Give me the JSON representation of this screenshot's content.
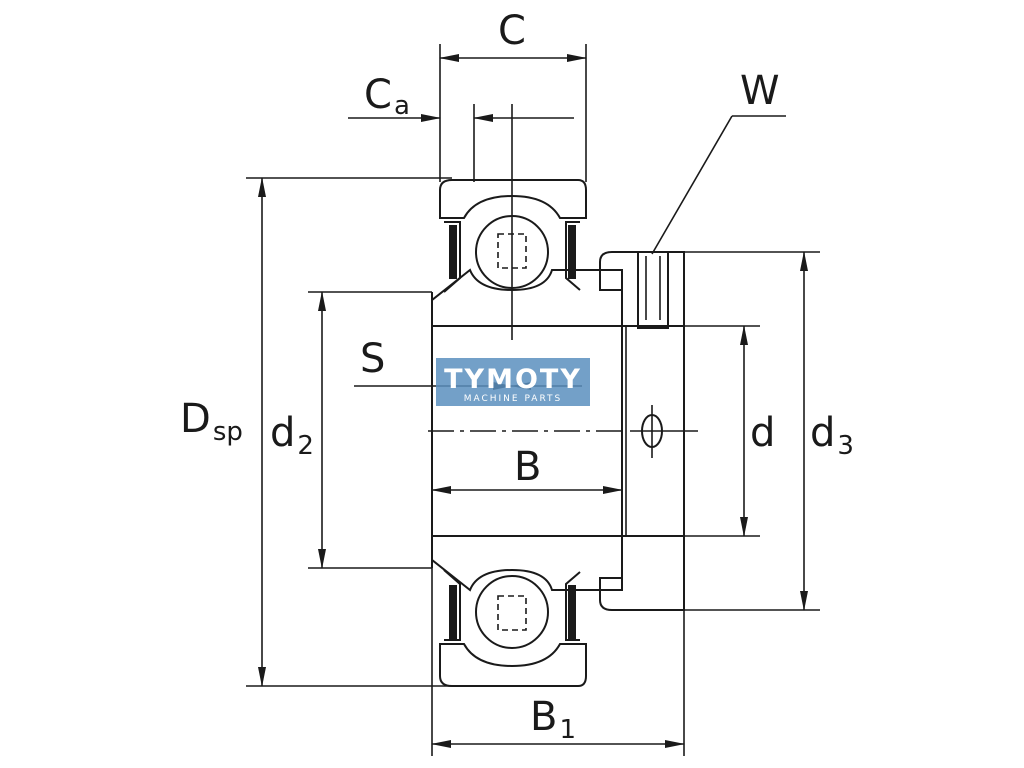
{
  "labels": {
    "C": "C",
    "Ca_main": "C",
    "Ca_sub": "a",
    "W": "W",
    "S": "S",
    "Dsp_main": "D",
    "Dsp_sub": "sp",
    "d2_main": "d",
    "d2_sub": "2",
    "B": "B",
    "d": "d",
    "d3_main": "d",
    "d3_sub": "3",
    "B1_main": "B",
    "B1_sub": "1"
  },
  "watermark": {
    "title": "TYMOTY",
    "subtitle": "MACHINE PARTS"
  },
  "colors": {
    "line": "#1a1a1a",
    "hatch": "#1a1a1a",
    "watermark_bg": "#5b8fbe",
    "background": "#ffffff"
  }
}
